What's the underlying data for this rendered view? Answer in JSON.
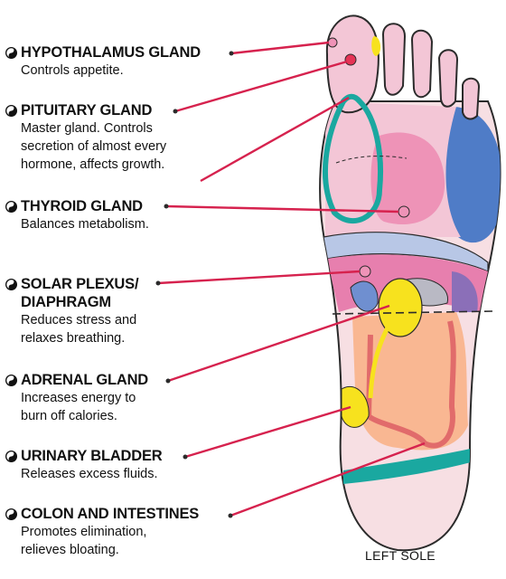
{
  "caption": "LEFT SOLE",
  "icon": "yin-yang-icon",
  "colors": {
    "leader": "#d6224e",
    "foot_outline": "#2b2b2b",
    "foot_skin": "#f7dfe3",
    "blue": "#4f7cc7",
    "pink": "#ee93b7",
    "yellow": "#f7e21e",
    "orange": "#f9b792",
    "teal": "#1aa8a0"
  },
  "entries": [
    {
      "title": "HYPOTHALAMUS GLAND",
      "desc": "Controls appetite."
    },
    {
      "title": "PITUITARY GLAND",
      "desc": "Master gland. Controls\nsecretion of almost every\nhormone, affects growth."
    },
    {
      "title": "THYROID GLAND",
      "desc": "Balances metabolism."
    },
    {
      "title": "SOLAR PLEXUS/\nDIAPHRAGM",
      "desc": "Reduces stress and\nrelaxes breathing."
    },
    {
      "title": "ADRENAL GLAND",
      "desc": "Increases energy to\nburn off calories."
    },
    {
      "title": "URINARY BLADDER",
      "desc": "Releases excess fluids."
    },
    {
      "title": "COLON AND INTESTINES",
      "desc": "Promotes elimination,\nrelieves bloating."
    }
  ]
}
